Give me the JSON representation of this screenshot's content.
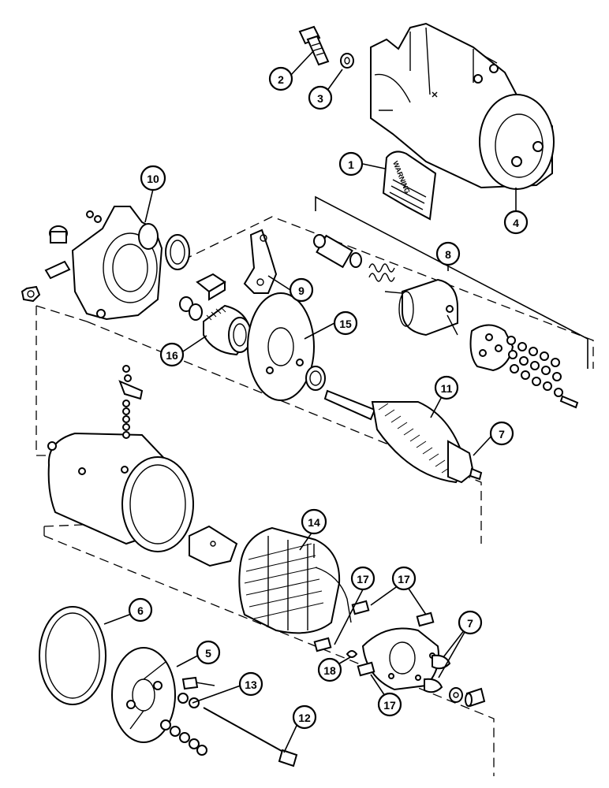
{
  "diagram": {
    "label_text": "WARNING",
    "callouts": [
      {
        "id": "c1",
        "number": "1"
      },
      {
        "id": "c2",
        "number": "2"
      },
      {
        "id": "c3",
        "number": "3"
      },
      {
        "id": "c4",
        "number": "4"
      },
      {
        "id": "c5",
        "number": "5"
      },
      {
        "id": "c6",
        "number": "6"
      },
      {
        "id": "c7a",
        "number": "7"
      },
      {
        "id": "c7b",
        "number": "7"
      },
      {
        "id": "c8",
        "number": "8"
      },
      {
        "id": "c9",
        "number": "9"
      },
      {
        "id": "c10",
        "number": "10"
      },
      {
        "id": "c11",
        "number": "11"
      },
      {
        "id": "c12",
        "number": "12"
      },
      {
        "id": "c13",
        "number": "13"
      },
      {
        "id": "c14",
        "number": "14"
      },
      {
        "id": "c15",
        "number": "15"
      },
      {
        "id": "c16",
        "number": "16"
      },
      {
        "id": "c17a",
        "number": "17"
      },
      {
        "id": "c17b",
        "number": "17"
      },
      {
        "id": "c17c",
        "number": "17"
      },
      {
        "id": "c18",
        "number": "18"
      }
    ]
  }
}
